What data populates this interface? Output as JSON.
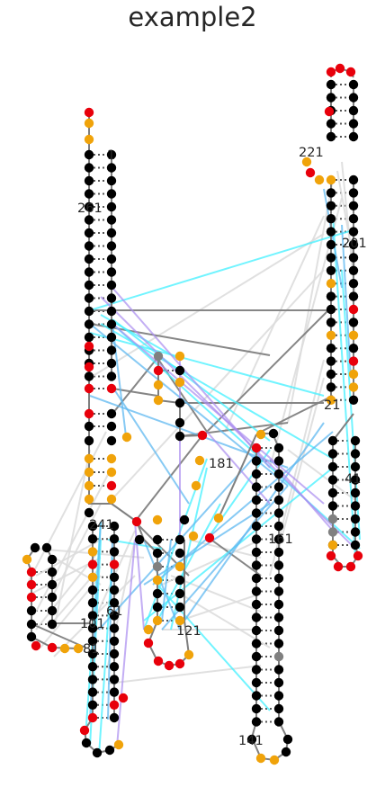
{
  "title": "example2",
  "colors": {
    "paired": "#000000",
    "unpaired_red": "#e8000b",
    "unpaired_orange": "#f0a30a",
    "neutral": "#808080",
    "interaction_gray": "#808080",
    "interaction_light": "#dddddd",
    "interaction_cyan": "#42f0ff",
    "interaction_blue": "#5fb8f0",
    "interaction_violet": "#a98cf0"
  },
  "position_labels": [
    "1",
    "21",
    "41",
    "61",
    "81",
    "101",
    "121",
    "141",
    "161",
    "181",
    "201",
    "221",
    "241",
    "261"
  ]
}
